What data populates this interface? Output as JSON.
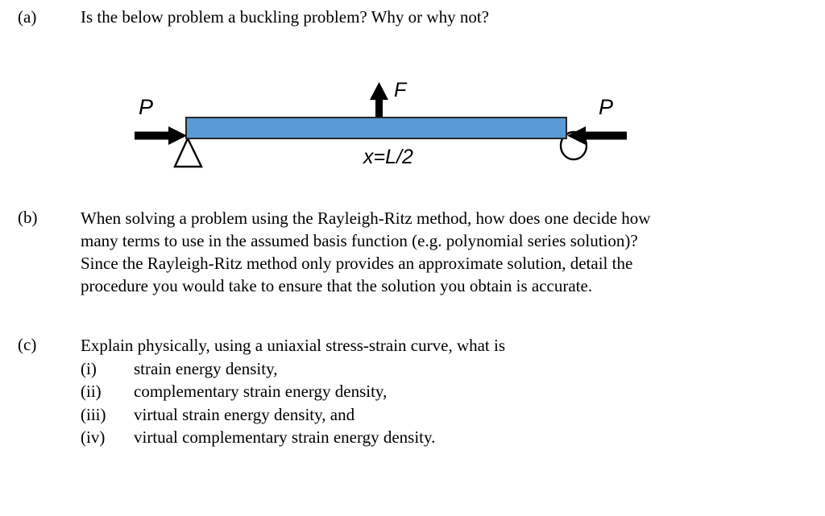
{
  "document": {
    "parts": [
      {
        "label": "(a)",
        "text": "Is the below problem a buckling problem? Why or why not?"
      },
      {
        "label": "(b)",
        "lines": [
          "When solving a problem using the Rayleigh-Ritz method, how does one decide how",
          "many terms to use in the assumed basis function (e.g. polynomial series solution)?",
          "Since the Rayleigh-Ritz method only provides an approximate solution, detail the",
          "procedure you would take to ensure that the solution you obtain is accurate."
        ]
      },
      {
        "label": "(c)",
        "text": "Explain physically, using a uniaxial stress-strain curve, what is",
        "items": [
          {
            "num": "(i)",
            "text": "strain energy density,"
          },
          {
            "num": "(ii)",
            "text": "complementary strain energy density,"
          },
          {
            "num": "(iii)",
            "text": "virtual strain energy density, and"
          },
          {
            "num": "(iv)",
            "text": "virtual complementary strain energy density."
          }
        ]
      }
    ]
  },
  "figure": {
    "name": "beam-free-body-diagram",
    "beam": {
      "fill_color": "#5B9BD5",
      "stroke_color": "#262626"
    },
    "labels": {
      "left_load": "P",
      "right_load": "P",
      "transverse_load": "F",
      "position": "x=L/2"
    },
    "supports": {
      "left": "pin-support-triangle",
      "right": "roller-support-ellipse"
    }
  }
}
